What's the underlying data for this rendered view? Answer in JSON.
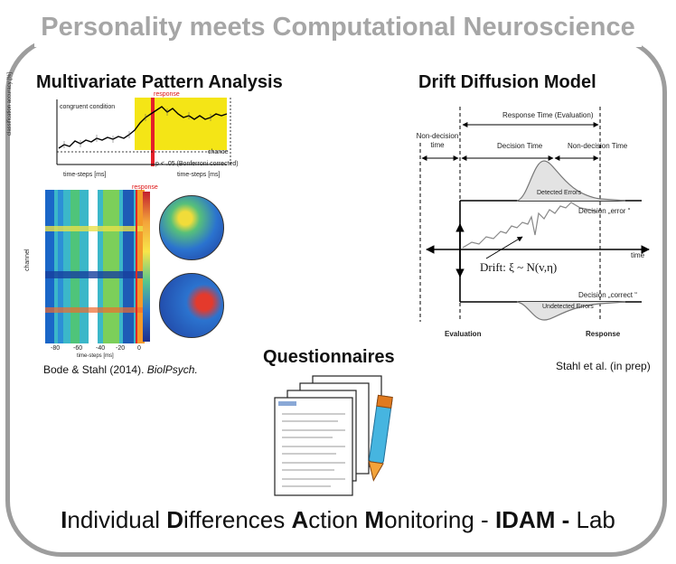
{
  "header": {
    "title": "Personality meets Computational Neuroscience"
  },
  "mvpa": {
    "heading": "Multivariate Pattern Analysis",
    "citation_prefix": "Bode & Stahl (2014). ",
    "citation_journal": "BiolPsych.",
    "line_plot": {
      "label_condition": "congruent condition",
      "label_response": "response",
      "label_chance": "chance",
      "label_sig": "p < .05 (Bonferroni corrected)",
      "xlabel_left": "time-steps [ms]",
      "xlabel_right": "time-steps [ms]",
      "ylabel": "classification accuracy [%]"
    },
    "heatmap": {
      "ylabel": "channel",
      "xlabel": "time-steps [ms]",
      "label_response": "response",
      "ticks": [
        "-80",
        "-60",
        "-40",
        "-20",
        "0"
      ]
    }
  },
  "ddm": {
    "heading": "Drift Diffusion Model",
    "citation": "Stahl et al. (in prep)",
    "response_time": "Response Time (Evaluation)",
    "non_decision_left": "Non-decision time",
    "decision_time": "Decision Time",
    "non_decision_right": "Non-decision Time",
    "detected_errors": "Detected Errors",
    "decision_error": "Decision „error “",
    "time": "time",
    "drift": "Drift: ξ ~ N(v,η)",
    "decision_correct": "Decision „correct “",
    "undetected_errors": "Undetected Errors",
    "evaluation": "Evaluation",
    "response": "Response"
  },
  "questionnaires": {
    "heading": "Questionnaires"
  },
  "footer": {
    "parts": [
      {
        "text": "I",
        "bold": true
      },
      {
        "text": "ndividual ",
        "bold": false
      },
      {
        "text": "D",
        "bold": true
      },
      {
        "text": "ifferences ",
        "bold": false
      },
      {
        "text": "A",
        "bold": true
      },
      {
        "text": "ction ",
        "bold": false
      },
      {
        "text": "M",
        "bold": true
      },
      {
        "text": "onitoring - ",
        "bold": false
      },
      {
        "text": "IDAM -",
        "bold": true
      },
      {
        "text": " Lab",
        "bold": false
      }
    ]
  }
}
